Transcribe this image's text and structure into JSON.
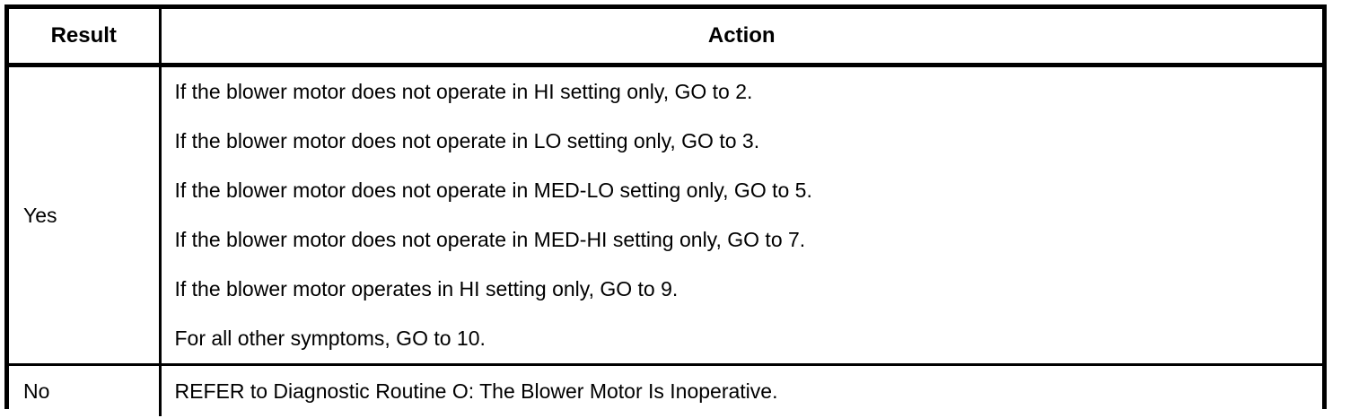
{
  "table": {
    "headers": {
      "result": "Result",
      "action": "Action"
    },
    "rows": [
      {
        "result": "Yes",
        "actions": [
          "If the blower motor does not operate in HI setting only, GO to 2.",
          "If the blower motor does not operate in LO setting only, GO to 3.",
          "If the blower motor does not operate in MED-LO setting only, GO to 5.",
          "If the blower motor does not operate in MED-HI setting only, GO to 7.",
          "If the blower motor operates in HI setting only, GO to 9.",
          "For all other symptoms, GO to 10."
        ]
      },
      {
        "result": "No",
        "actions": [
          "REFER to Diagnostic Routine O: The Blower Motor Is Inoperative."
        ]
      }
    ]
  },
  "colors": {
    "border": "#000000",
    "text": "#000000",
    "background": "#ffffff"
  }
}
